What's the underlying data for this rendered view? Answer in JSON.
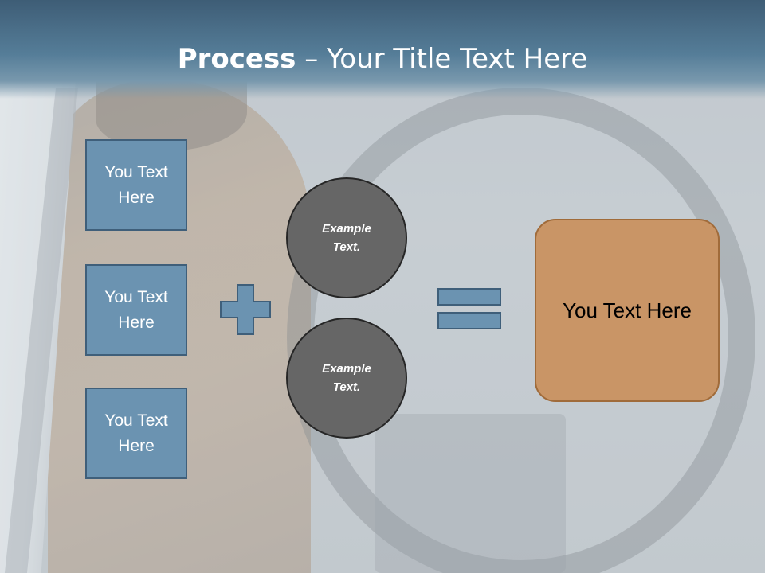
{
  "title": {
    "bold": "Process",
    "rest": " – Your Title Text Here"
  },
  "inputs": [
    {
      "label": "You Text Here"
    },
    {
      "label": "You Text Here"
    },
    {
      "label": "You Text Here"
    }
  ],
  "circles": [
    {
      "label": "Example Text."
    },
    {
      "label": "Example Text."
    }
  ],
  "result": {
    "label": "You Text Here"
  },
  "colors": {
    "title_bar": "#4a6f8a",
    "box_fill": "#6b93b1",
    "circle_fill": "#666666",
    "result_fill": "#c99566"
  },
  "icons": {
    "plus": "plus-icon",
    "equals": "equals-icon"
  }
}
